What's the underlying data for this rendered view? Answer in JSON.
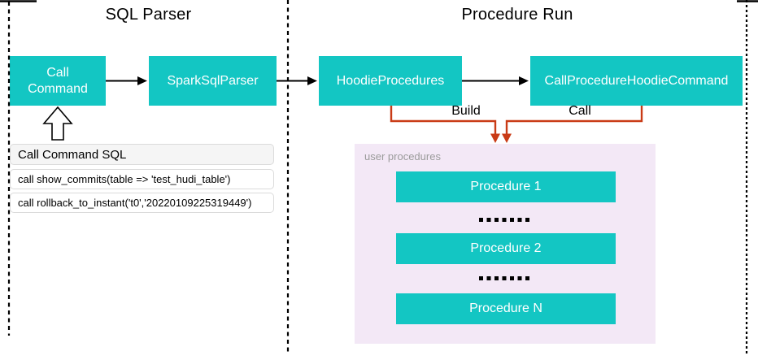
{
  "sections": {
    "sql_parser": {
      "title": "SQL Parser"
    },
    "procedure_run": {
      "title": "Procedure Run"
    }
  },
  "nodes": {
    "call_command": "Call Command",
    "spark_sql_parser": "SparkSqlParser",
    "hoodie_procedures": "HoodieProcedures",
    "call_procedure_hoodie_command": "CallProcedureHoodieCommand"
  },
  "edges": {
    "build_label": "Build",
    "call_label": "Call"
  },
  "sql_panel": {
    "header": "Call Command SQL",
    "rows": [
      "call show_commits(table => 'test_hudi_table')",
      "call rollback_to_instant('t0','20220109225319449')"
    ]
  },
  "user_procedures": {
    "label": "user procedures",
    "items": [
      "Procedure 1",
      "Procedure 2",
      "Procedure N"
    ]
  },
  "colors": {
    "node_teal": "#13C6C3",
    "connector_orange": "#C93B16",
    "procedures_bg": "#F3E8F6",
    "panel_header_bg": "#F5F5F5"
  }
}
